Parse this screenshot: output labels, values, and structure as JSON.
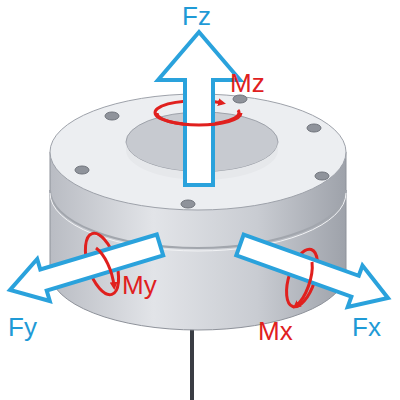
{
  "diagram": {
    "labels": [
      "Fz",
      "Mz",
      "My",
      "Fy",
      "Fx",
      "Mx"
    ]
  }
}
